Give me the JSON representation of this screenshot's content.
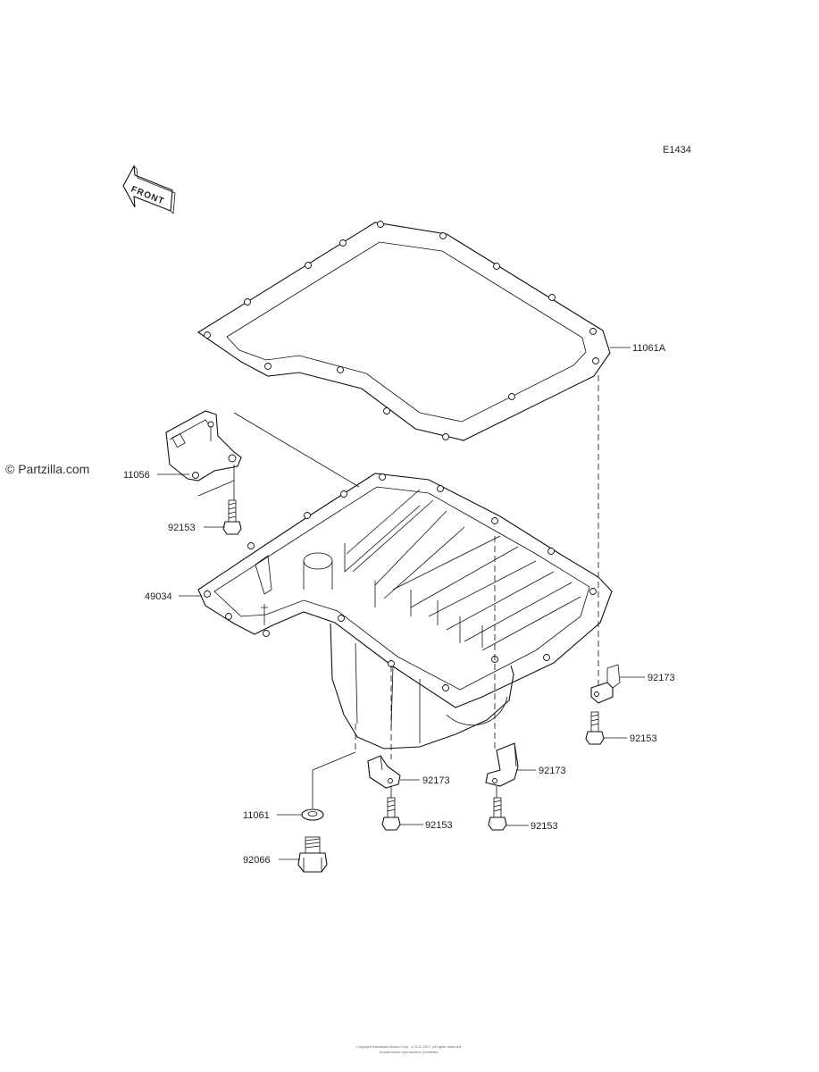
{
  "diagram_code": "E1434",
  "direction_label": "FRONT",
  "watermark": "© Partzilla.com",
  "parts": [
    {
      "number": "11061A",
      "name": "gasket"
    },
    {
      "number": "11056",
      "name": "bracket"
    },
    {
      "number": "92153",
      "name": "bolt"
    },
    {
      "number": "49034",
      "name": "oil-pan"
    },
    {
      "number": "92173",
      "name": "clamp"
    },
    {
      "number": "92153",
      "name": "bolt"
    },
    {
      "number": "92173",
      "name": "clamp"
    },
    {
      "number": "92173",
      "name": "clamp"
    },
    {
      "number": "11061",
      "name": "gasket-washer"
    },
    {
      "number": "92153",
      "name": "bolt"
    },
    {
      "number": "92153",
      "name": "bolt"
    },
    {
      "number": "92066",
      "name": "drain-plug"
    }
  ],
  "footer": {
    "line1": "Copyright Kawasaki Motors Corp., U.S.A. 2017. All rights reserved.",
    "line2": "Unauthorized reproduction prohibited."
  }
}
